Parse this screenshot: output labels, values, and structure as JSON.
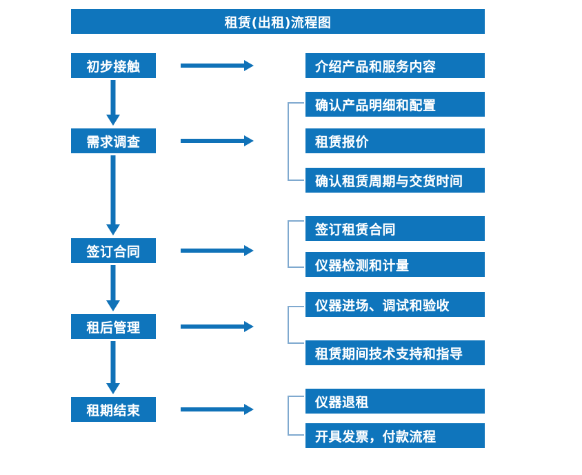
{
  "title": "租赁(出租)流程图",
  "colors": {
    "box_blue": "#0F75BC",
    "arrow_blue": "#1072B8",
    "bracket_blue": "#7FA9CF",
    "text_white": "#FFFFFF",
    "background": "#FFFFFF"
  },
  "stages": [
    {
      "label": "初步接触"
    },
    {
      "label": "需求调查"
    },
    {
      "label": "签订合同"
    },
    {
      "label": "租后管理"
    },
    {
      "label": "租期结束"
    }
  ],
  "details": [
    {
      "label": "介绍产品和服务内容"
    },
    {
      "label": "确认产品明细和配置"
    },
    {
      "label": "租赁报价"
    },
    {
      "label": "确认租赁周期与交货时间"
    },
    {
      "label": "签订租赁合同"
    },
    {
      "label": "仪器检测和计量"
    },
    {
      "label": "仪器进场、调试和验收"
    },
    {
      "label": "租赁期间技术支持和指导"
    },
    {
      "label": "仪器退租"
    },
    {
      "label": "开具发票，付款流程"
    }
  ],
  "connectors": {
    "down_arrow_name": "down-arrow-icon",
    "right_arrow_name": "right-arrow-icon",
    "bracket_name": "group-bracket"
  }
}
